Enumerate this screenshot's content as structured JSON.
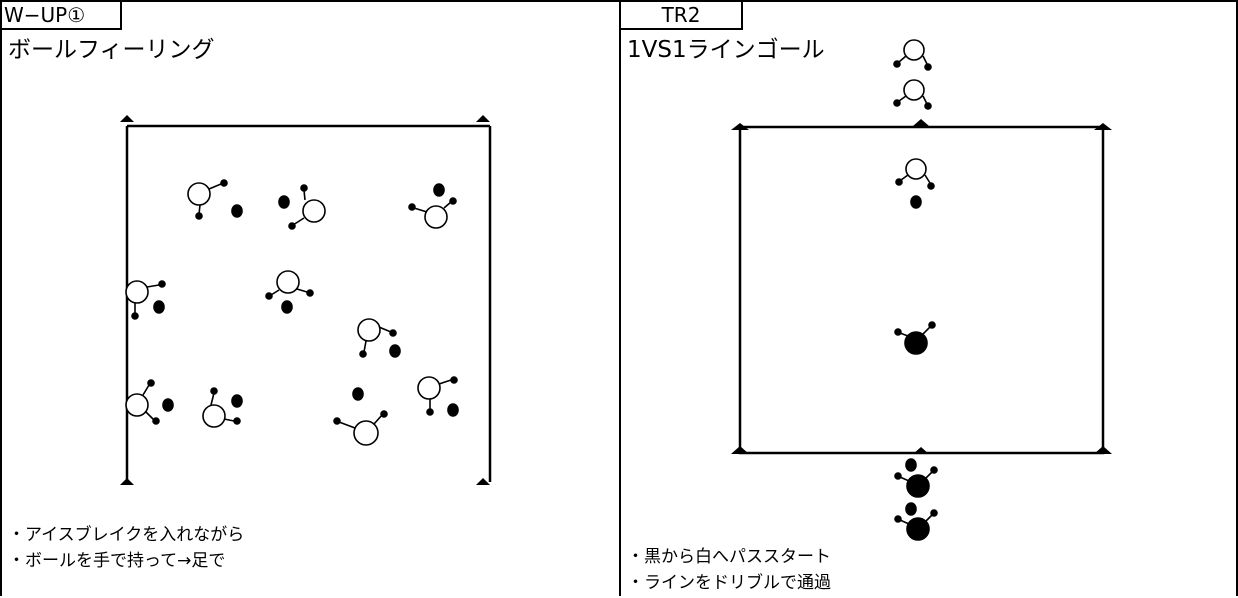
{
  "left_panel": {
    "tab": "W−UP①",
    "title": "ボールフィーリング",
    "notes": [
      "・アイスブレイクを入れながら",
      "・ボールを手で持って→足で"
    ]
  },
  "right_panel": {
    "tab": "TR2",
    "title": "1VS1ラインゴール",
    "notes": [
      "・黒から白へパススタート",
      "・ラインをドリブルで通過"
    ]
  },
  "colors": {
    "line": "#000000",
    "background": "#ffffff"
  }
}
